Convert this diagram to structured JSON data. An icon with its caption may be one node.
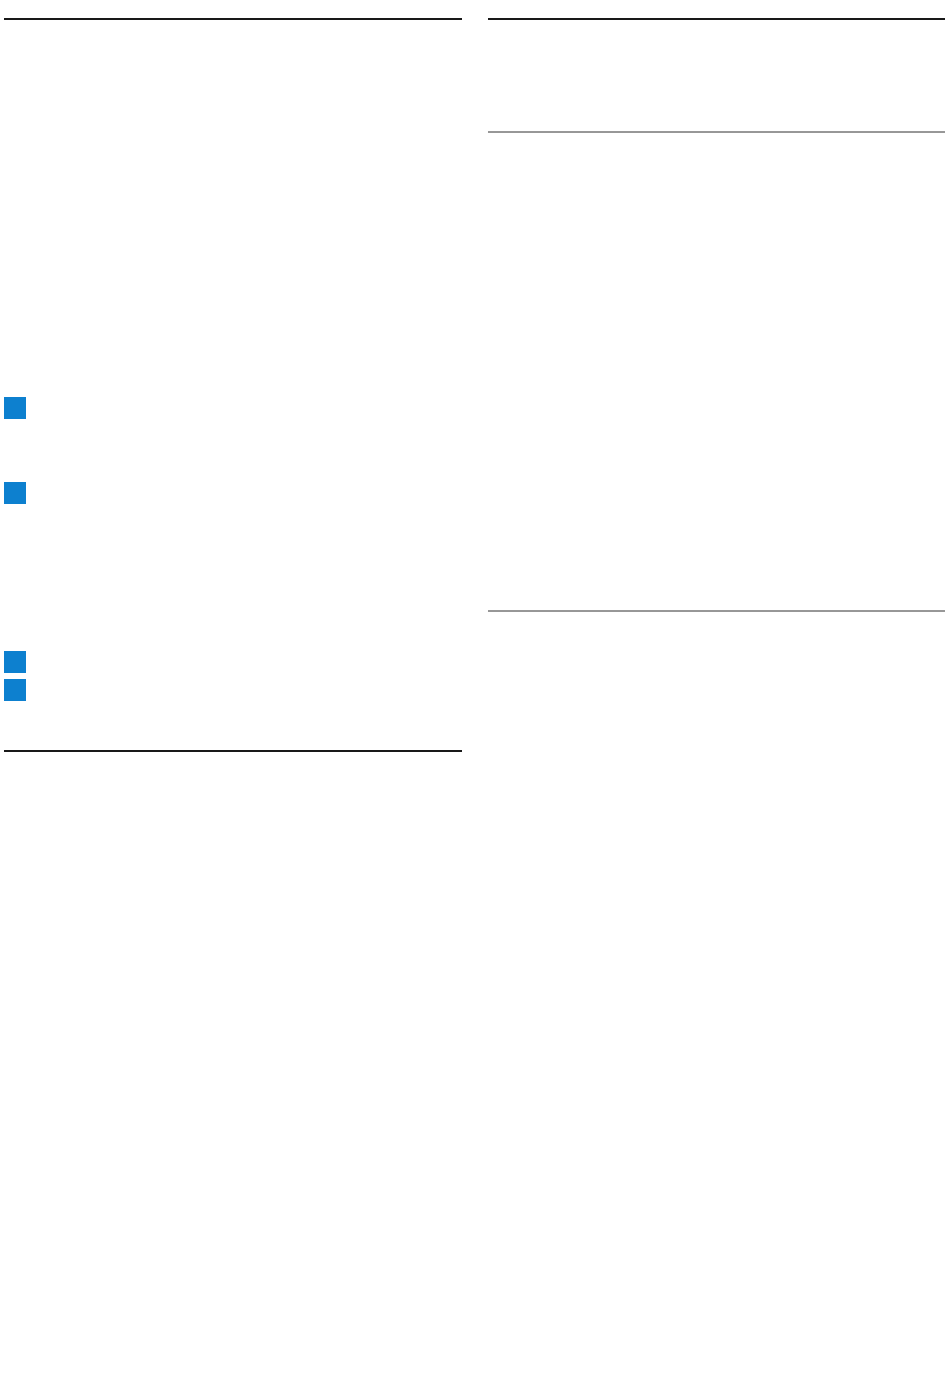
{
  "diagram": {
    "nodes": [
      {
        "text": [],
        "shape": "box"
      },
      {
        "text": [],
        "shape": "box"
      },
      {
        "text": [],
        "shape": "box"
      },
      {
        "text": [],
        "shape": "box"
      }
    ],
    "edges": []
  }
}
